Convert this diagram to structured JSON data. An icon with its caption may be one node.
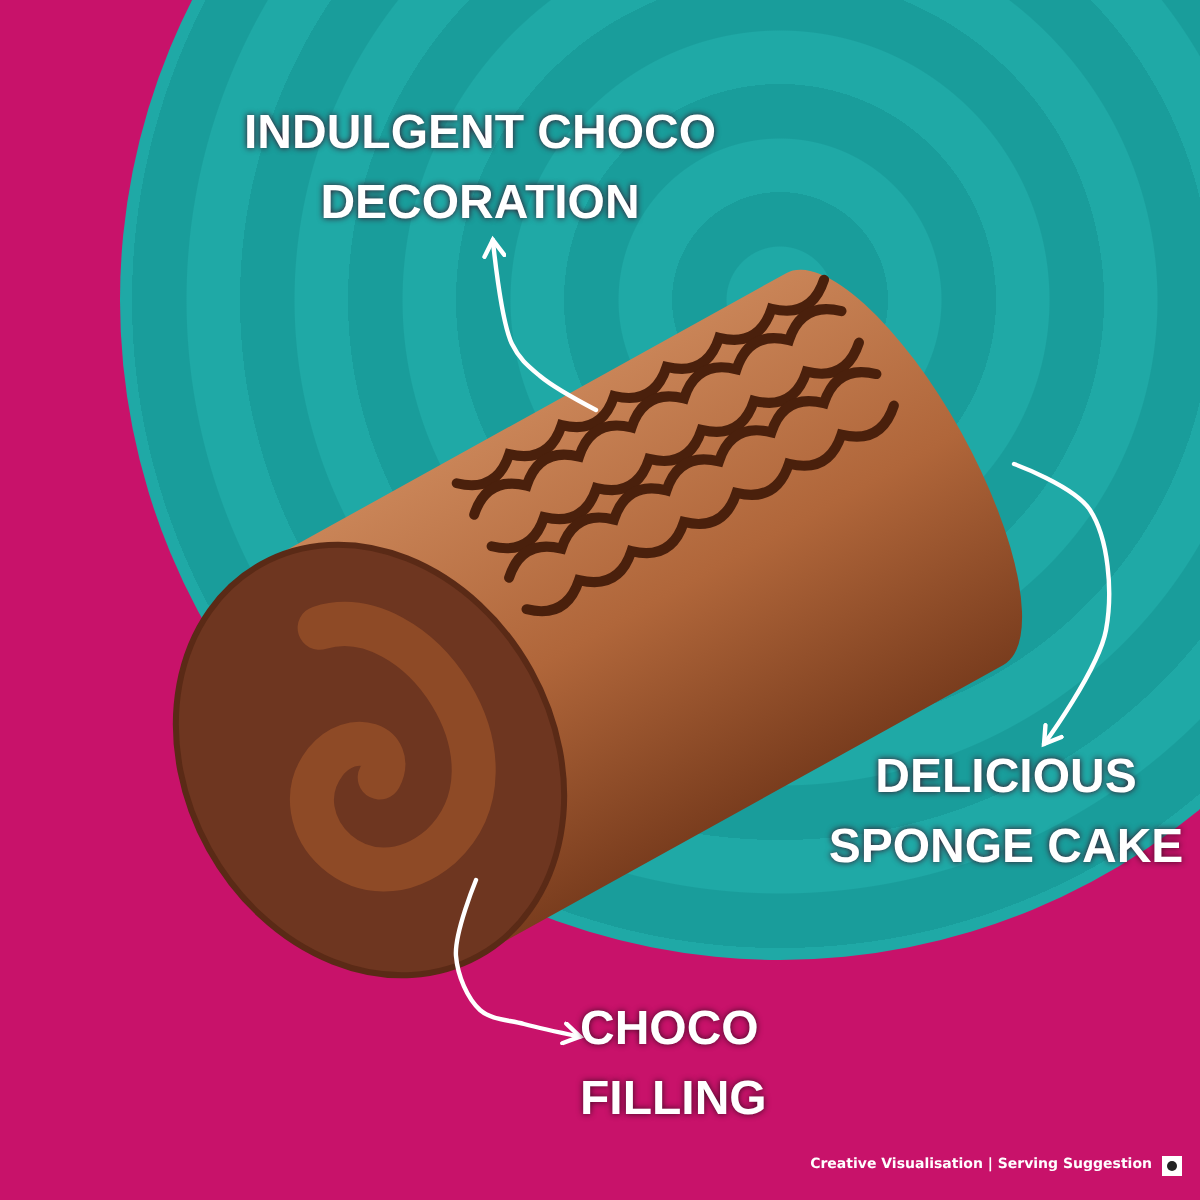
{
  "diagram": {
    "nodes": [
      {
        "text": [
          "INDULGENT CHOCO DECORATION"
        ]
      },
      {
        "text": [
          "DELICIOUS SPONGE CAKE"
        ]
      },
      {
        "text": [
          "CHOCO FILLING"
        ]
      },
      {
        "text": [],
        "shape": "picture"
      },
      {
        "text": [],
        "shape": "picture",
        "in": 3
      },
      {
        "text": [],
        "shape": "picture",
        "in": 3
      }
    ],
    "edges": [
      {
        "from": 4,
        "to": 0,
        "arrow": "to"
      },
      {
        "from": 3,
        "to": 1,
        "arrow": "to"
      },
      {
        "from": 5,
        "to": 2,
        "arrow": "to"
      }
    ],
    "labels": [
      "Creative Visualisation | Serving Suggestion"
    ]
  }
}
